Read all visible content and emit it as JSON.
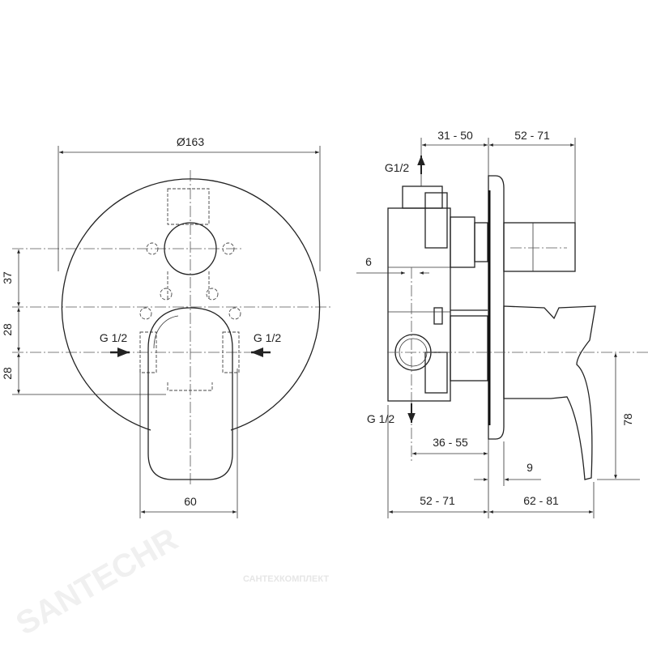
{
  "drawing": {
    "front_view": {
      "diameter_label": "Ø163",
      "dim_a": "37",
      "dim_b": "28",
      "dim_c": "28",
      "width_label": "60",
      "inlet_left": "G 1/2",
      "inlet_right": "G 1/2"
    },
    "side_view": {
      "top_left_dim": "31 - 50",
      "top_right_dim": "52 - 71",
      "outlet_top": "G1/2",
      "offset_dim": "6",
      "outlet_bottom": "G 1/2",
      "depth_dim": "36 - 55",
      "plate_dim": "9",
      "bottom_left_dim": "52 - 71",
      "bottom_right_dim": "62 - 81",
      "height_dim": "78"
    }
  },
  "watermark": {
    "diagonal": "SANTECHR",
    "footer": "САНТЕХКОМПЛЕКТ"
  },
  "colors": {
    "line": "#222222",
    "box_fill": "#c9cdd1"
  }
}
